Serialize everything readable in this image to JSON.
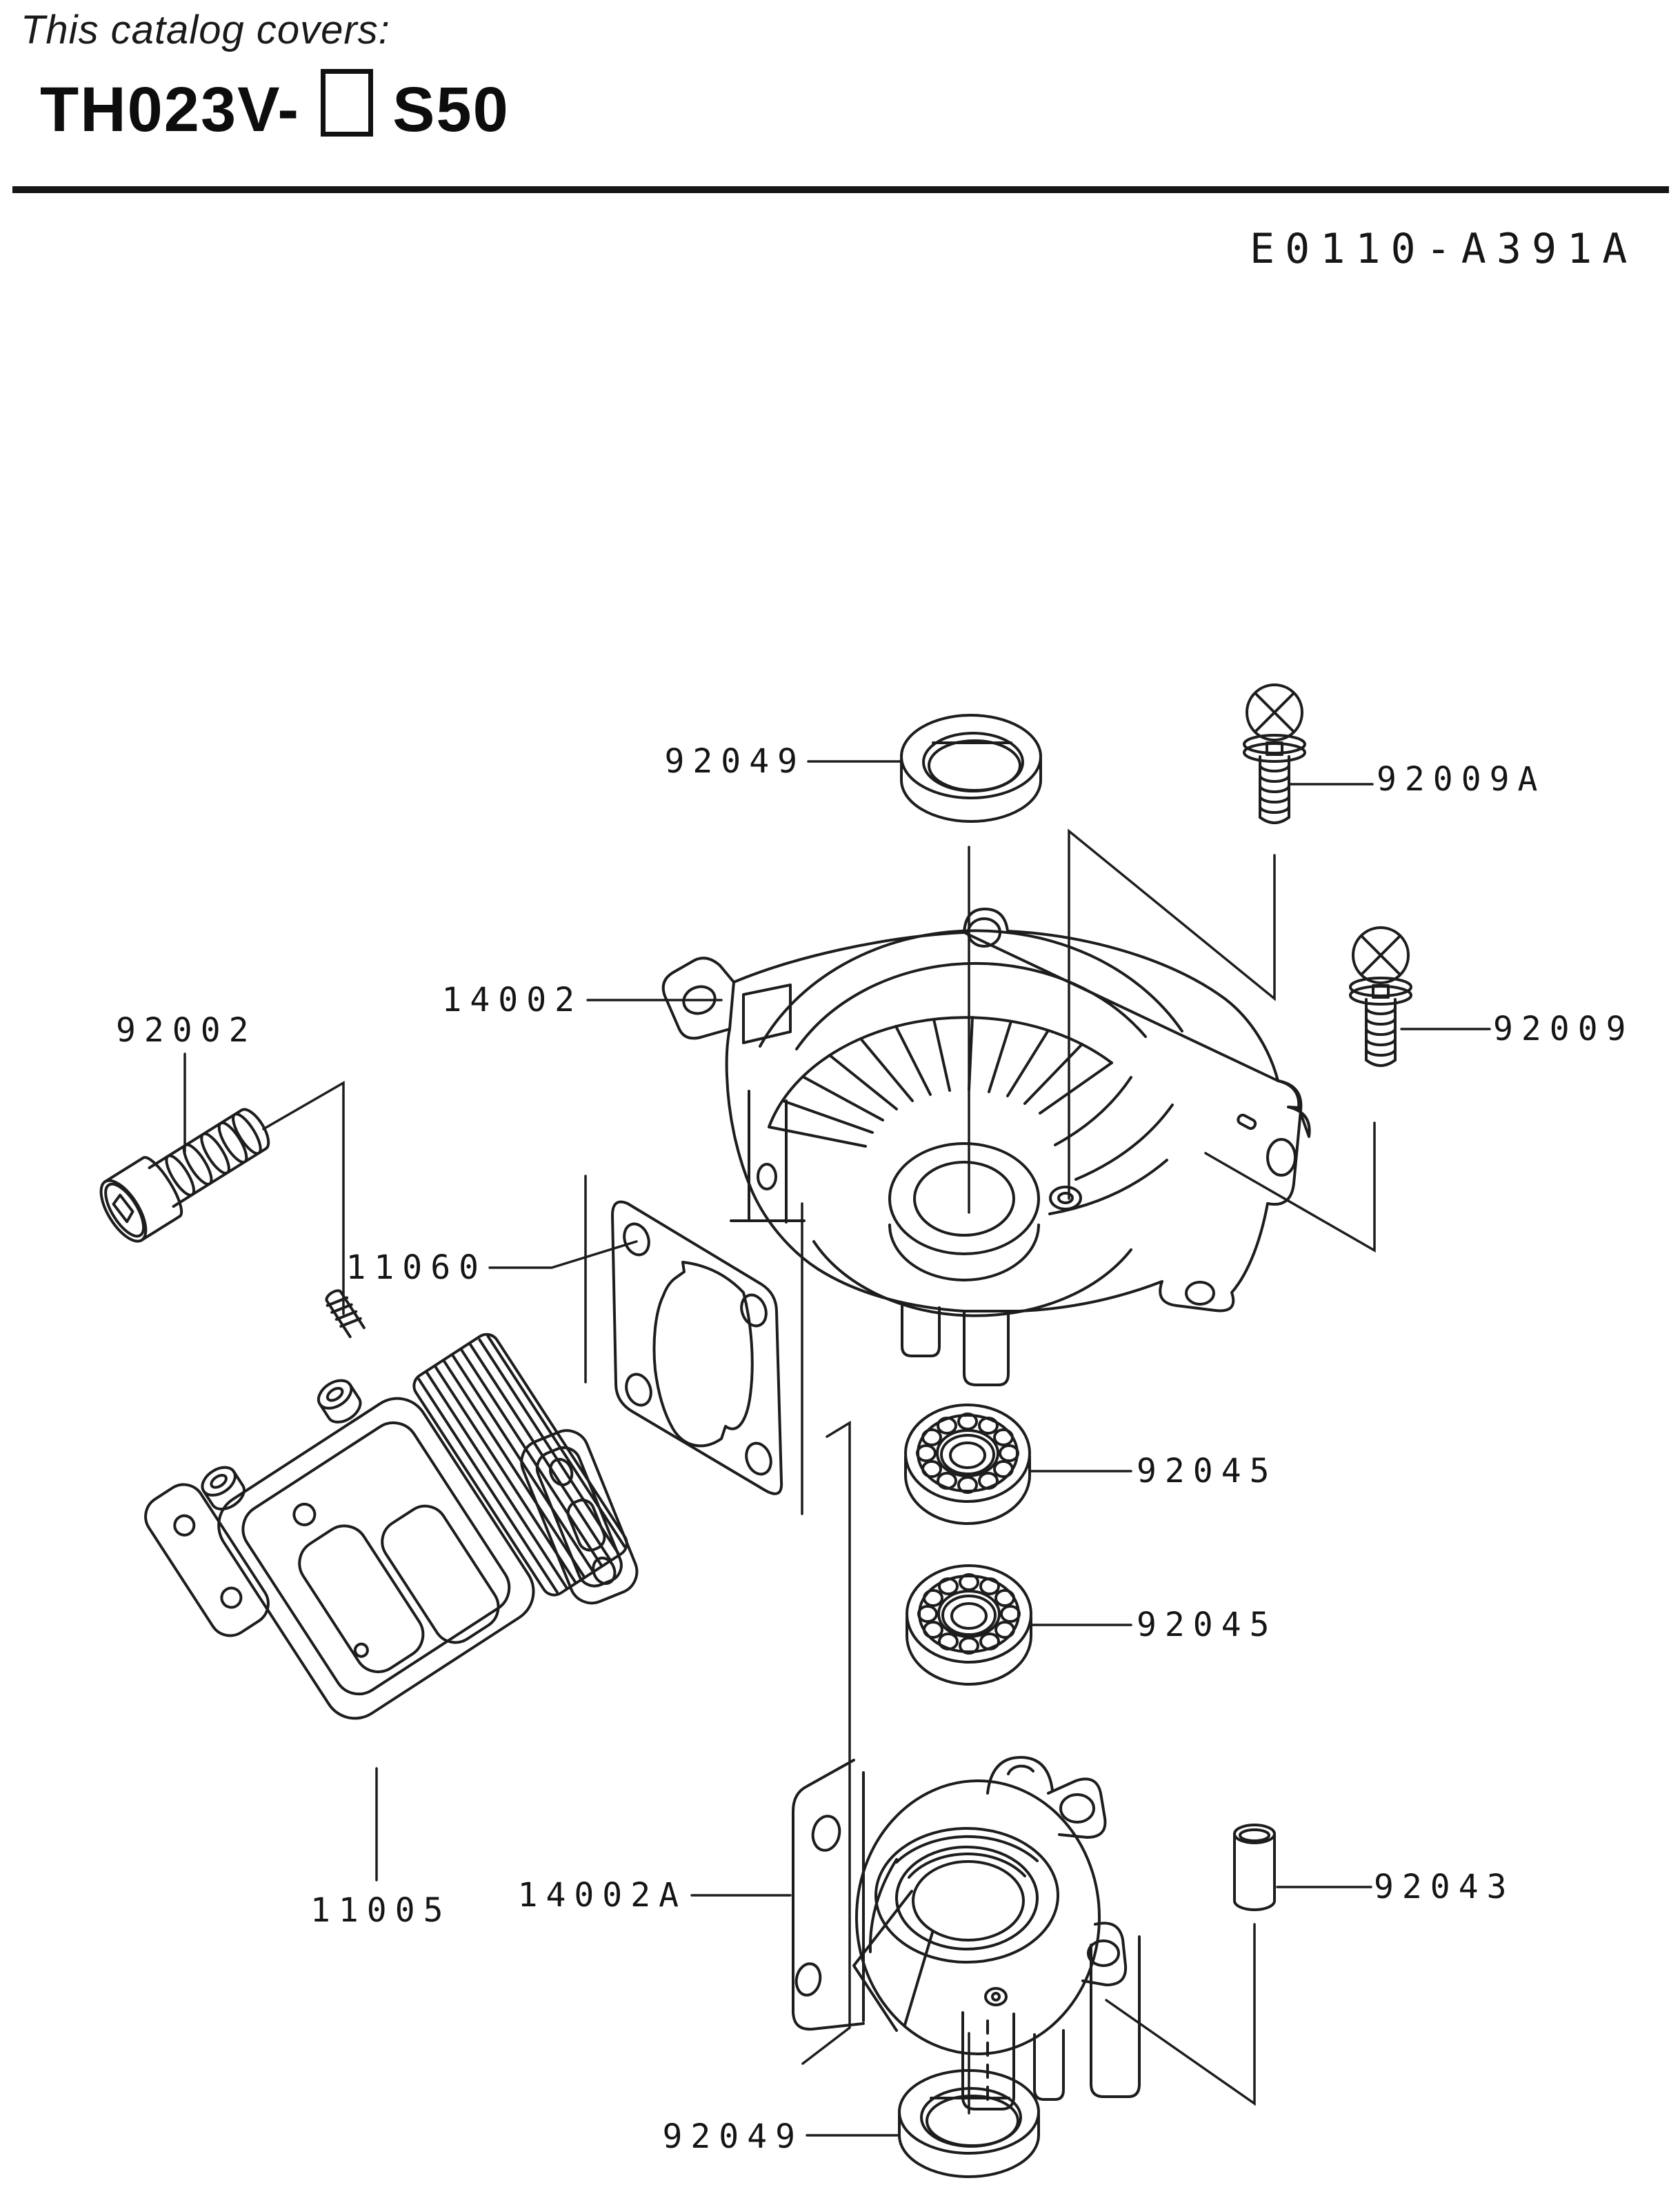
{
  "header": {
    "covers_caption": "This catalog covers:",
    "model_prefix": "TH023V-",
    "model_box": "□",
    "model_suffix": "S50",
    "diagram_code": "E0110-A391A"
  },
  "labels": {
    "seal_top": "92049",
    "bolt_pan_a": "92009A",
    "fan_housing": "14002",
    "bolt_pan": "92009",
    "bolt_socket": "92002",
    "gasket": "11060",
    "bearing_upper": "92045",
    "bearing_lower": "92045",
    "pin": "92043",
    "cylinder": "11005",
    "crankcase": "14002A",
    "seal_bottom": "92049"
  },
  "colors": {
    "line": "#1d1d1d",
    "text": "#151515",
    "background": "#ffffff"
  }
}
